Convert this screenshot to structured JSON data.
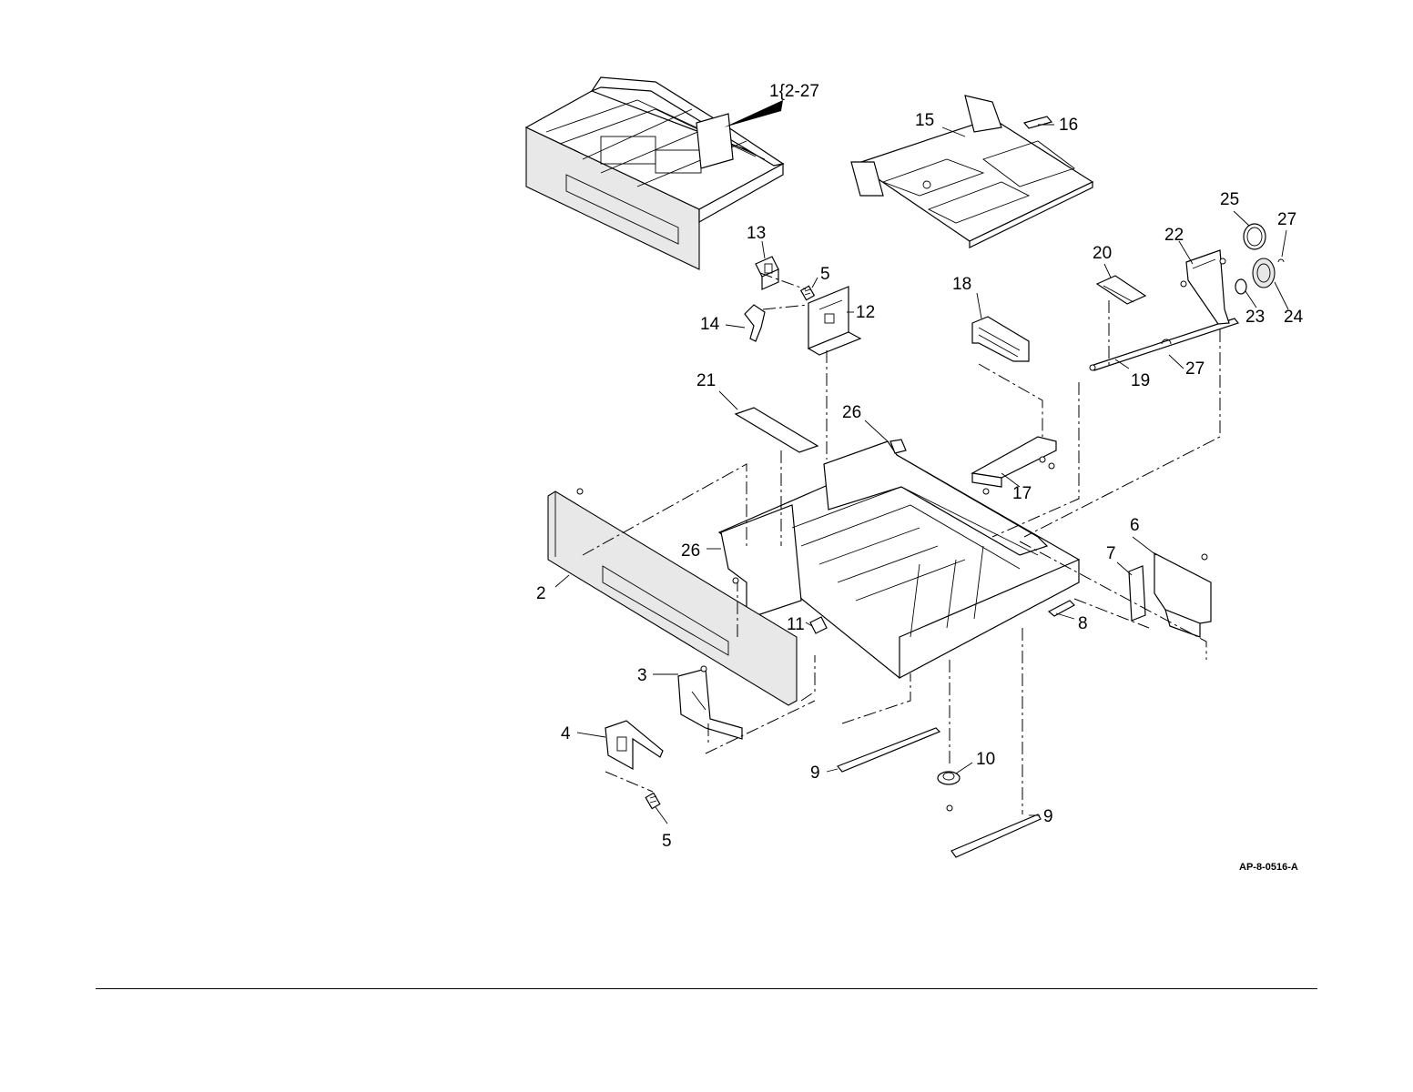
{
  "figure_id": "AP-8-0516-A",
  "callouts": {
    "assembly": "1{2-27",
    "p2": "2",
    "p3": "3",
    "p4": "4",
    "p5_top": "5",
    "p5_bottom": "5",
    "p6": "6",
    "p7": "7",
    "p8": "8",
    "p9_left": "9",
    "p9_right": "9",
    "p10": "10",
    "p11": "11",
    "p12": "12",
    "p13": "13",
    "p14": "14",
    "p15": "15",
    "p16": "16",
    "p17": "17",
    "p18": "18",
    "p19": "19",
    "p20": "20",
    "p21": "21",
    "p22": "22",
    "p23": "23",
    "p24": "24",
    "p25": "25",
    "p26_top": "26",
    "p26_left": "26",
    "p27_top": "27",
    "p27_mid": "27"
  },
  "colors": {
    "line": "#000000",
    "background": "#ffffff",
    "shade": "#e8e8e8"
  }
}
